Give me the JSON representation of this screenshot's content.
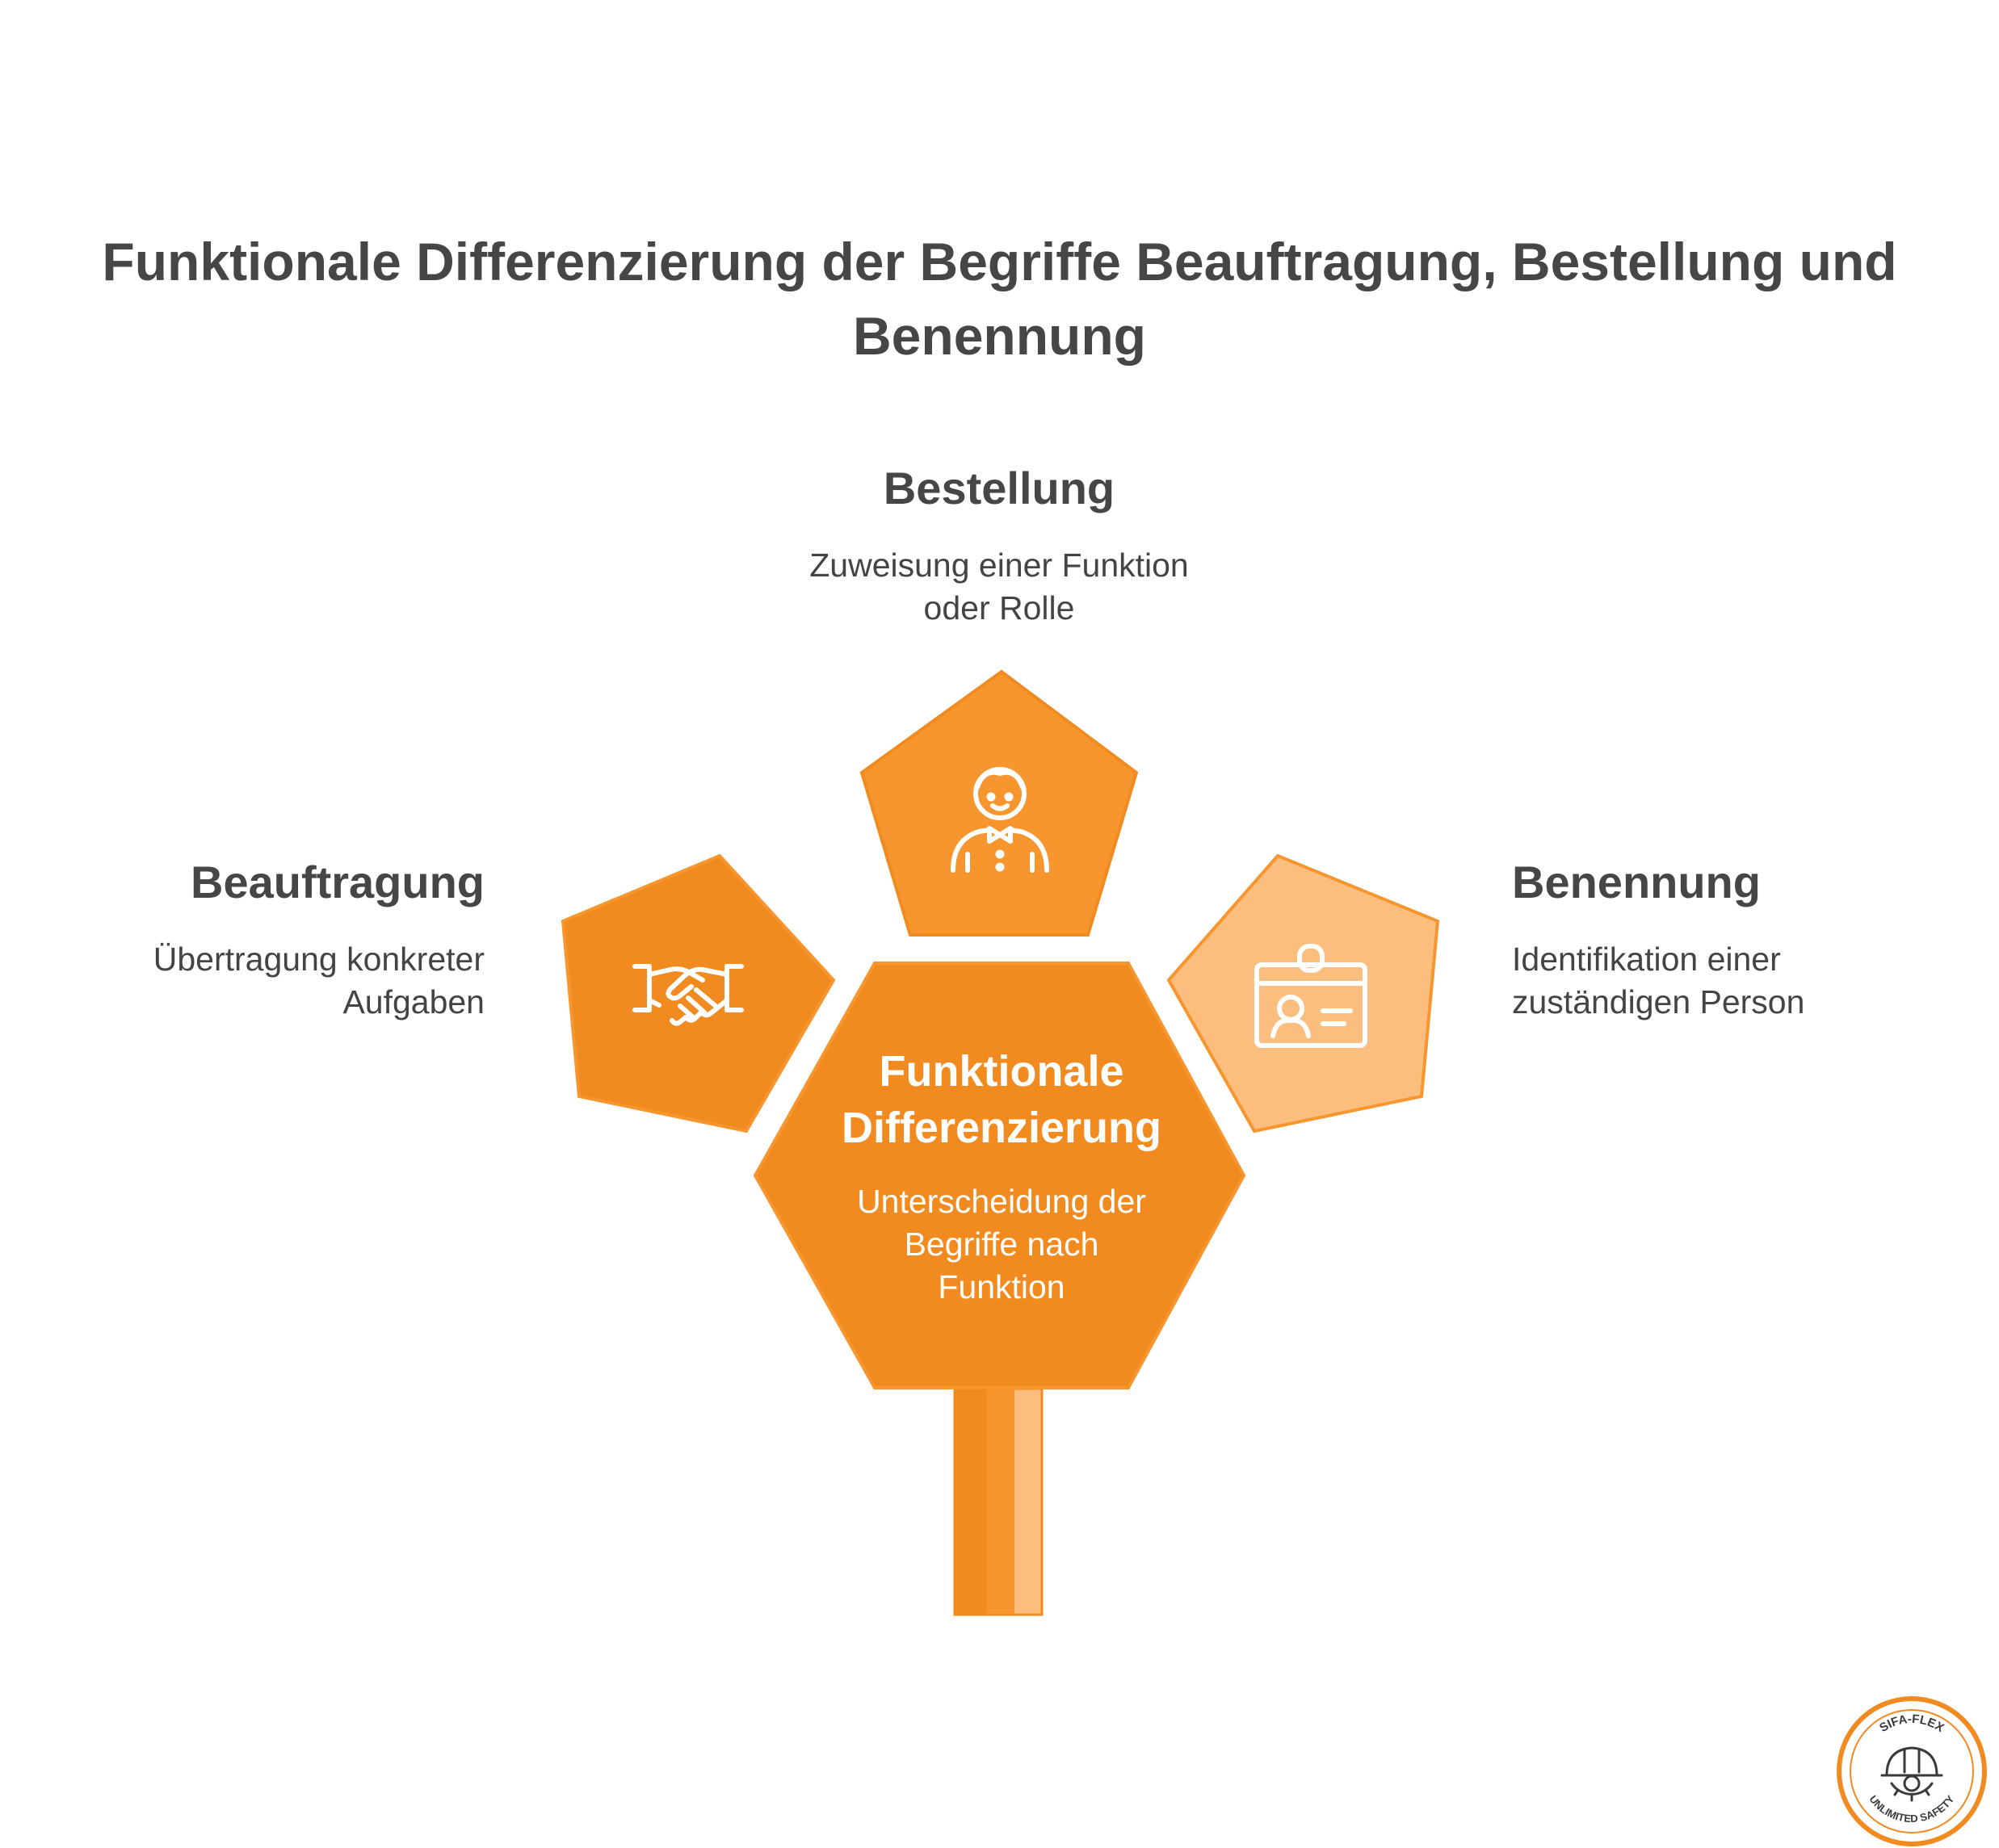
{
  "title": "Funktionale Differenzierung der Begriffe Beauftragung, Bestellung und Benennung",
  "center": {
    "heading": "Funktionale Differenzierung",
    "description": "Unterscheidung der Begriffe nach Funktion"
  },
  "items": [
    {
      "key": "bestellung",
      "heading": "Bestellung",
      "description": "Zuweisung einer Funktion oder Rolle",
      "icon": "person-with-bowtie-icon",
      "color": "#F7962F"
    },
    {
      "key": "beauftragung",
      "heading": "Beauftragung",
      "description": "Übertragung konkreter Aufgaben",
      "icon": "handshake-icon",
      "color": "#F18A1F"
    },
    {
      "key": "benennung",
      "heading": "Benennung",
      "description": "Identifikation einer zuständigen Person",
      "icon": "id-badge-icon",
      "color": "#FBBE7E"
    }
  ],
  "colors": {
    "center": "#F18A1F",
    "text_dark": "#464646",
    "logo_ring": "#F18A1F"
  },
  "logo": {
    "top_text": "SIFA-FLEX",
    "bottom_text": "UNLIMITED SAFETY"
  }
}
